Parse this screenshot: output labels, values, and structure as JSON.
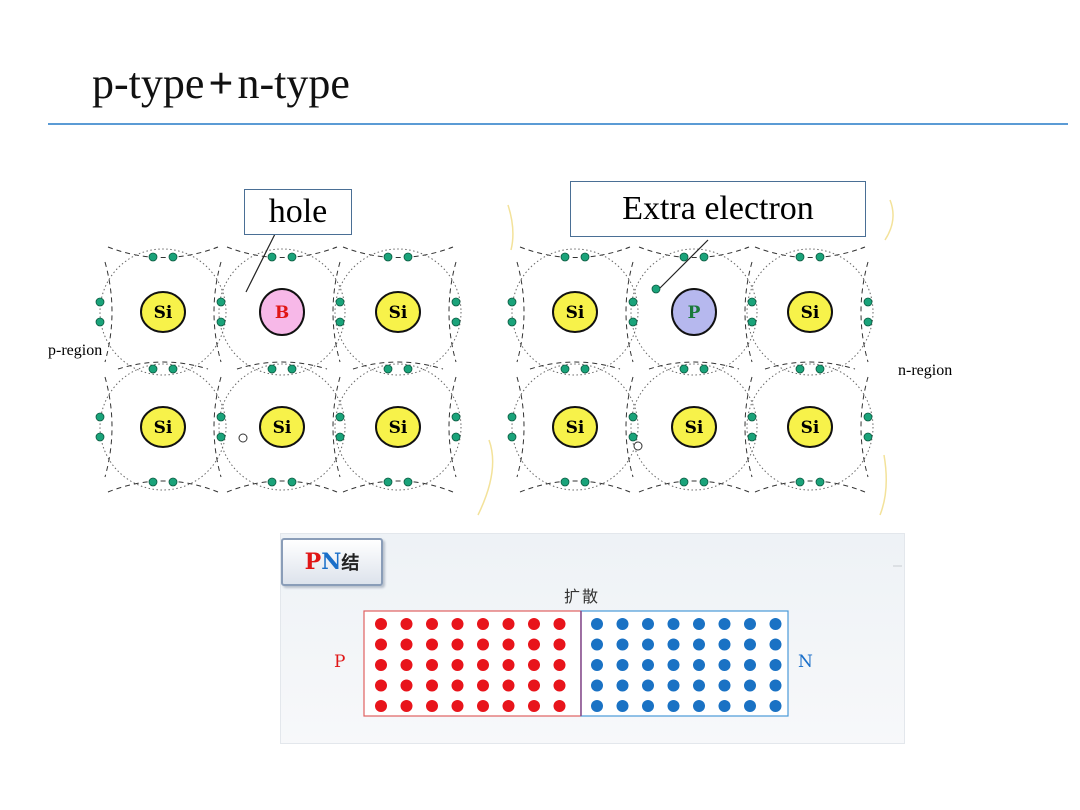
{
  "title": {
    "left": "p-type",
    "plus": "+",
    "right": "n-type"
  },
  "labels": {
    "hole": "hole",
    "extra_electron": "Extra electron",
    "p_region": "p-region",
    "n_region": "n-region"
  },
  "atoms": {
    "si": "Si",
    "boron": "B",
    "phosphorus": "P"
  },
  "pn_panel": {
    "badge_p": "P",
    "badge_n": "N",
    "badge_jie": "结",
    "diffusion": "扩散",
    "side_p": "P",
    "side_n": "N",
    "p_dot_color": "#e8141b",
    "n_dot_color": "#1a72c4"
  },
  "colors": {
    "si_fill": "#f7f24a",
    "boron_fill": "#f7b8e8",
    "phosphorus_fill": "#b6b8ee",
    "electron_fill": "#1aa37a",
    "rule": "#5b9bd5"
  }
}
